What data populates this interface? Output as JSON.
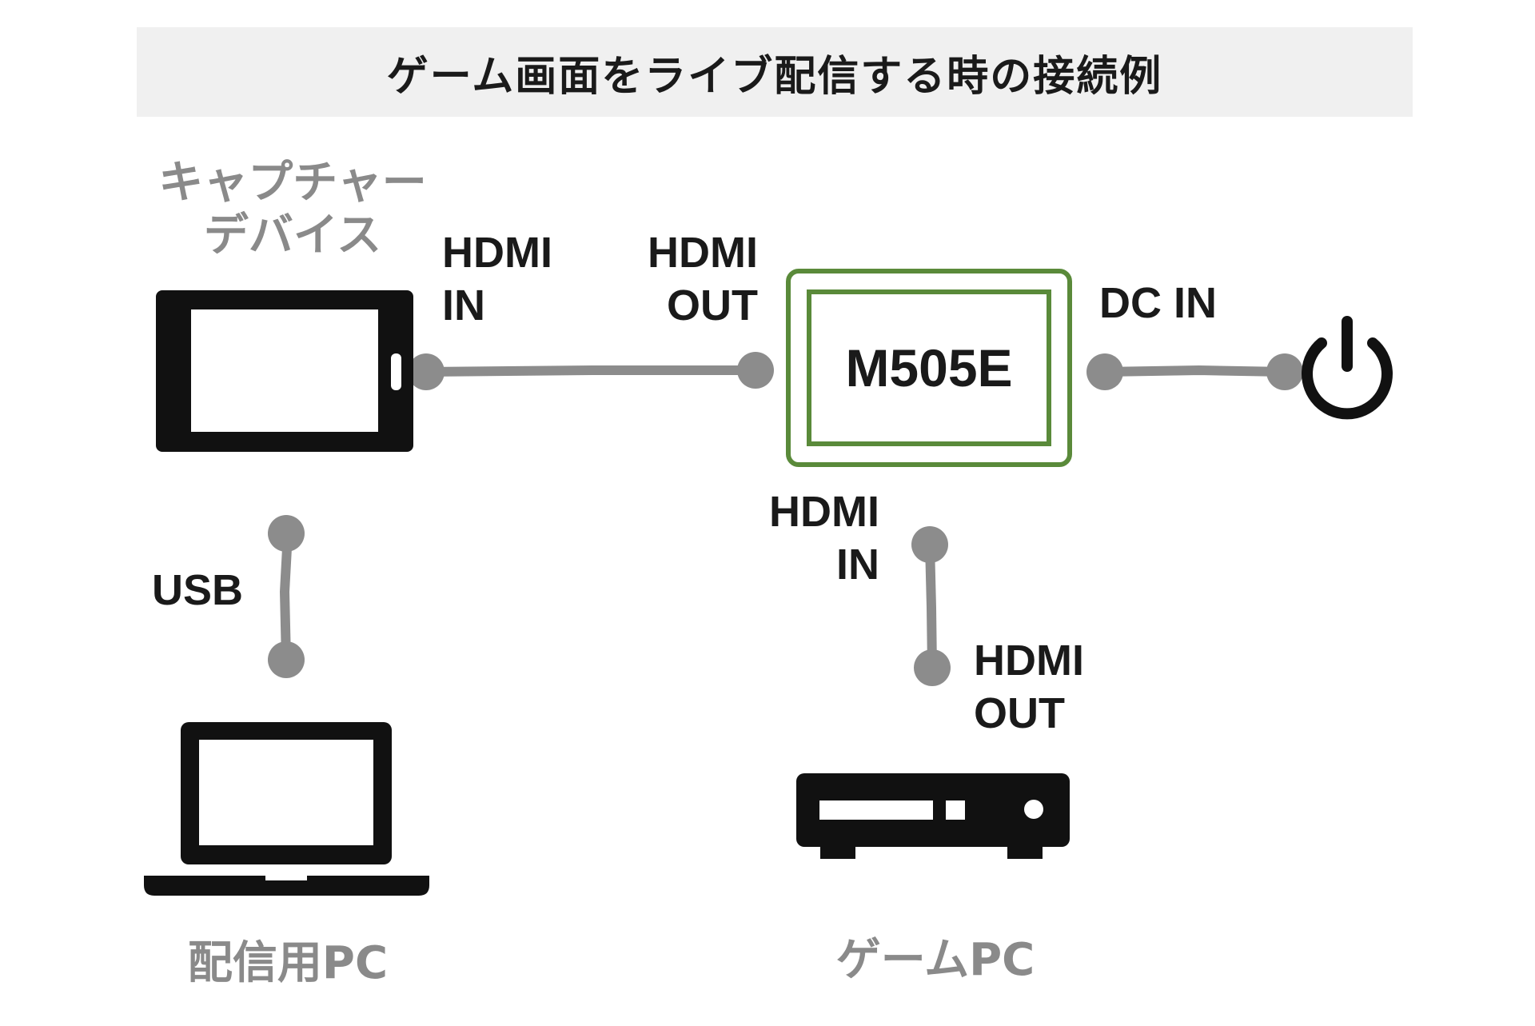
{
  "title": "ゲーム画面をライブ配信する時の接続例",
  "devices": {
    "capture": {
      "label_line1": "キャプチャー",
      "label_line2": "デバイス",
      "icon": "tablet-icon"
    },
    "streaming_pc": {
      "label": "配信用PC",
      "icon": "laptop-icon"
    },
    "game_pc": {
      "label": "ゲームPC",
      "icon": "game-console-icon"
    },
    "main": {
      "name": "M505E"
    },
    "power": {
      "icon": "power-icon"
    }
  },
  "ports": {
    "capture_in": {
      "line1": "HDMI",
      "line2": "IN"
    },
    "main_out": {
      "line1": "HDMI",
      "line2": "OUT"
    },
    "main_dc": {
      "text": "DC IN"
    },
    "main_in": {
      "line1": "HDMI",
      "line2": "IN"
    },
    "game_out": {
      "line1": "HDMI",
      "line2": "OUT"
    },
    "usb": {
      "text": "USB"
    }
  },
  "colors": {
    "cable": "#8c8c8c",
    "accent_green": "#5a8a3a",
    "device_label_gray": "#8a8a8a",
    "title_bg": "#f0f0f0"
  }
}
